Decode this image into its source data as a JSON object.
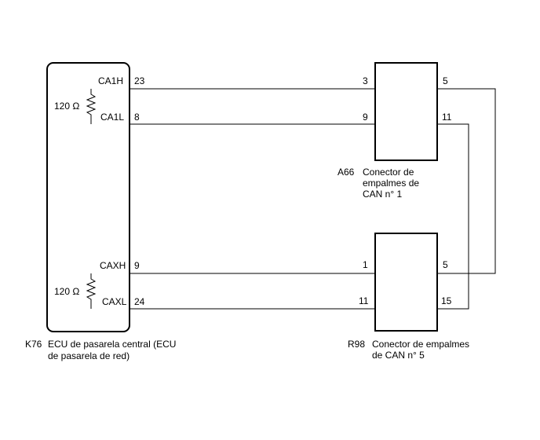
{
  "ecu": {
    "code": "K76",
    "name_line1": "ECU de pasarela central (ECU",
    "name_line2": "de pasarela de red)",
    "pins": {
      "ca1h_label": "CA1H",
      "ca1h_pin": "23",
      "ca1l_label": "CA1L",
      "ca1l_pin": "8",
      "caxh_label": "CAXH",
      "caxh_pin": "9",
      "caxl_label": "CAXL",
      "caxl_pin": "24"
    },
    "resistor_top": "120 Ω",
    "resistor_bottom": "120 Ω"
  },
  "connector_a66": {
    "code": "A66",
    "name_line1": "Conector de",
    "name_line2": "empalmes de",
    "name_line3": "CAN n° 1",
    "pins": {
      "left_top": "3",
      "right_top": "5",
      "left_bottom": "9",
      "right_bottom": "11"
    }
  },
  "connector_r98": {
    "code": "R98",
    "name_line1": "Conector de empalmes",
    "name_line2": "de CAN n° 5",
    "pins": {
      "left_top": "1",
      "right_top": "5",
      "left_bottom": "11",
      "right_bottom": "15"
    }
  }
}
